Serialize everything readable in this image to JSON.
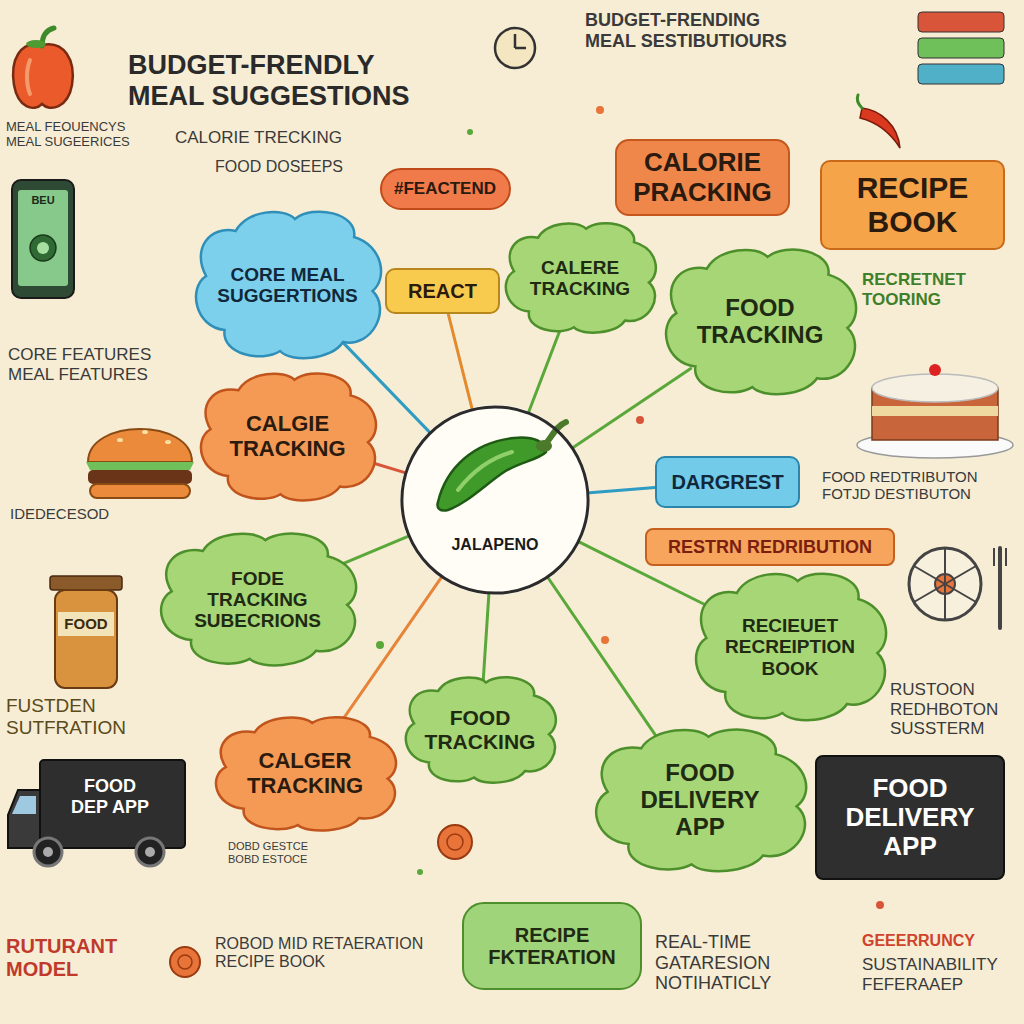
{
  "diagram": {
    "title": "BUDGET-FRENDLY MEAL SUGGESTIONS",
    "nodes": [
      {
        "text": [
          "CALORIE PRACKING"
        ]
      },
      {
        "text": [
          "RECIPE BOOK"
        ]
      },
      {
        "text": [
          "#FEACTEND"
        ]
      },
      {
        "text": [
          "CORE MEAL SUGGERTIONS"
        ]
      },
      {
        "text": [
          "CALERE TRACKING"
        ]
      },
      {
        "text": [
          "FOOD TRACKING"
        ]
      },
      {
        "text": [
          "REACT"
        ]
      },
      {
        "text": [
          "CALGIE TRACKING"
        ]
      },
      {
        "text": [
          "JALAPENO"
        ]
      },
      {
        "text": [
          "DARGREST"
        ]
      },
      {
        "text": [
          "RESTRN REDRIBUTION"
        ]
      },
      {
        "text": [
          "FODE TRACKING SUBECRIONS"
        ]
      },
      {
        "text": [
          "RECIEUET RECREIPTION BOOK"
        ]
      },
      {
        "text": [
          "FOOD TRACKING"
        ]
      },
      {
        "text": [
          "CALGER TRACKING"
        ]
      },
      {
        "text": [
          "FOOD DELIVERY APP"
        ]
      },
      {
        "text": [
          "FOOD DELIVERY APP"
        ]
      },
      {
        "text": [
          "RECIPE FKTERATION"
        ]
      }
    ],
    "edges": [
      {
        "from": 8,
        "to": 3,
        "arrow": "none"
      },
      {
        "from": 8,
        "to": 6,
        "arrow": "none"
      },
      {
        "from": 8,
        "to": 4,
        "arrow": "none"
      },
      {
        "from": 8,
        "to": 5,
        "arrow": "none"
      },
      {
        "from": 8,
        "to": 9,
        "arrow": "none"
      },
      {
        "from": 8,
        "to": 12,
        "arrow": "none"
      },
      {
        "from": 8,
        "to": 15,
        "arrow": "none"
      },
      {
        "from": 8,
        "to": 13,
        "arrow": "none"
      },
      {
        "from": 8,
        "to": 14,
        "arrow": "none"
      },
      {
        "from": 8,
        "to": 11,
        "arrow": "none"
      },
      {
        "from": 8,
        "to": 7,
        "arrow": "none"
      }
    ],
    "labels": [
      "BUDGET-FRENDING MEAL SESTIBUTIOURS",
      "MEAL FEOUENCYS MEAL SUGEERICES",
      "CALORIE TRECKING",
      "FOOD DOSEEPS",
      "BEU",
      "RECRETNET TOORING",
      "CORE FEATURES MEAL FEATURES",
      "FOOD REDTRIBUTON FOTJD DESTIBUTON",
      "IDEDECESOD",
      "FOOD",
      "FUSTDEN SUTFRATION",
      "RUSTOON REDHBOTON SUSSTERM",
      "FOOD DEP APP",
      "DOBD GESTCE BOBD ESTOCE",
      "RUTURANT MODEL",
      "ROBOD MID RETAERATION RECIPE BOOK",
      "REAL-TIME GATARESION NOTIHATICLY",
      "GEEERRUNCY",
      "SUSTAINABILITY FEFERAAEP"
    ]
  }
}
